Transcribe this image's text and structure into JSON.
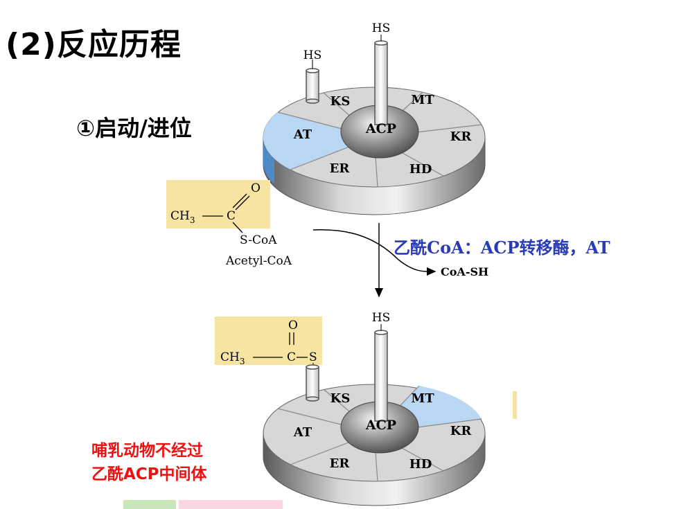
{
  "page": {
    "title": "(2)反应历程",
    "subtitle": "①启动/进位",
    "enzyme_label": "乙酰CoA：ACP转移酶，AT",
    "note_line1": "哺乳动物不经过",
    "note_line2": "乙酰ACP中间体"
  },
  "complex_top": {
    "hs_left": "HS",
    "hs_center": "HS",
    "segments": {
      "ks": "KS",
      "mt": "MT",
      "kr": "KR",
      "hd": "HD",
      "er": "ER",
      "at": "AT",
      "acp": "ACP"
    }
  },
  "complex_bottom": {
    "hs_center": "HS",
    "segments": {
      "ks": "KS",
      "mt": "MT",
      "kr": "KR",
      "hd": "HD",
      "er": "ER",
      "at": "AT",
      "acp": "ACP"
    }
  },
  "reaction": {
    "acetyl_coa": {
      "ch3": "CH",
      "sub3": "3",
      "c": "C",
      "o": "O",
      "scoa": "S-CoA",
      "name": "Acetyl-CoA"
    },
    "product": "CoA-SH",
    "acyl": {
      "ch3": "CH",
      "sub3": "3",
      "c": "C",
      "o": "O",
      "s": "S"
    }
  },
  "colors": {
    "highlight_yellow": "#f7e4a3",
    "highlight_blue": "#b9d7f3",
    "enzyme_text": "#2a3bb5",
    "note_text": "#ee1111"
  }
}
